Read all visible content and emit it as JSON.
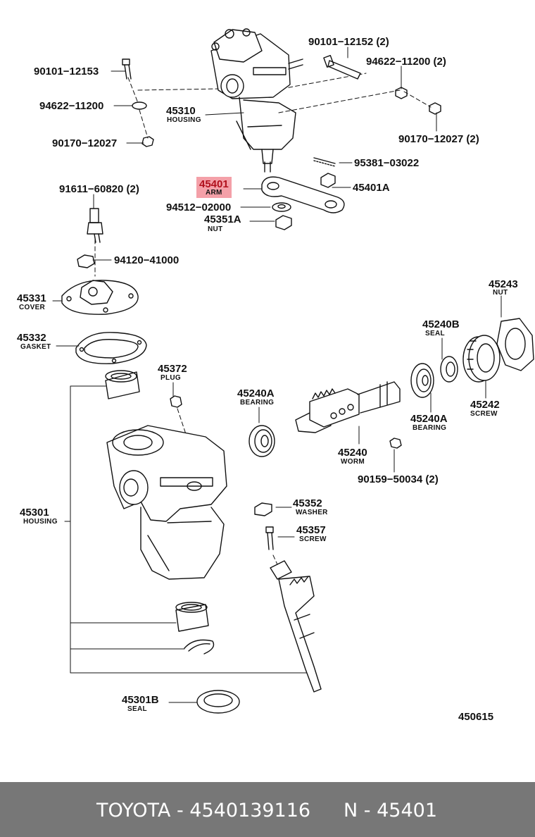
{
  "highlight_color": "#f4a0a8",
  "footer_color": "#777777",
  "parts": {
    "p90101_12153": "90101−12153",
    "p94622_11200_left": "94622−11200",
    "p90170_12027_left": "90170−12027",
    "p45310": "45310",
    "p45310_sub": "HOUSING",
    "p90101_12152": "90101−12152 (2)",
    "p94622_11200_right": "94622−11200 (2)",
    "p90170_12027_right": "90170−12027 (2)",
    "p95381_03022": "95381−03022",
    "p45401": "45401",
    "p45401_sub": "ARM",
    "p45401A": "45401A",
    "p91611_60820": "91611−60820 (2)",
    "p94512_02000": "94512−02000",
    "p45351A": "45351A",
    "p45351A_sub": "NUT",
    "p94120_41000": "94120−41000",
    "p45331": "45331",
    "p45331_sub": "COVER",
    "p45332": "45332",
    "p45332_sub": "GASKET",
    "p45243": "45243",
    "p45243_sub": "NUT",
    "p45240B": "45240B",
    "p45240B_sub": "SEAL",
    "p45372": "45372",
    "p45372_sub": "PLUG",
    "p45240A_left": "45240A",
    "p45240A_left_sub": "BEARING",
    "p45240A_right": "45240A",
    "p45240A_right_sub": "BEARING",
    "p45242": "45242",
    "p45242_sub": "SCREW",
    "p45240": "45240",
    "p45240_sub": "WORM",
    "p90159_50034": "90159−50034 (2)",
    "p45301": "45301",
    "p45301_sub": "HOUSING",
    "p45352": "45352",
    "p45352_sub": "WASHER",
    "p45357": "45357",
    "p45357_sub": "SCREW",
    "p45301B": "45301B",
    "p45301B_sub": "SEAL",
    "diagram_code": "450615"
  },
  "footer": {
    "brand_part": "TOYOTA - 4540139116",
    "ref": "N - 45401"
  }
}
